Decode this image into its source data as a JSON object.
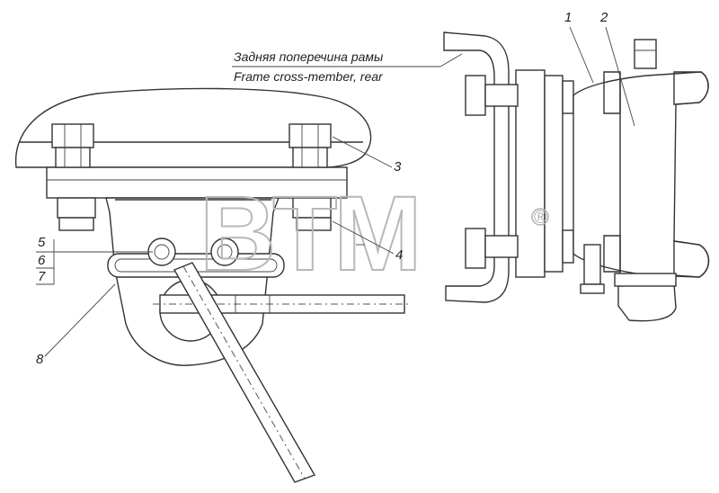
{
  "caption": {
    "ru": "Задняя поперечина рамы",
    "en": "Frame cross-member, rear"
  },
  "watermark": {
    "text": "BTM",
    "registered": "®",
    "color": "#b8b8b8"
  },
  "callouts": {
    "c1": "1",
    "c2": "2",
    "c3": "3",
    "c4": "4",
    "c5": "5",
    "c6": "6",
    "c7": "7",
    "c8": "8"
  },
  "colors": {
    "line": "#333333",
    "background": "#ffffff"
  }
}
